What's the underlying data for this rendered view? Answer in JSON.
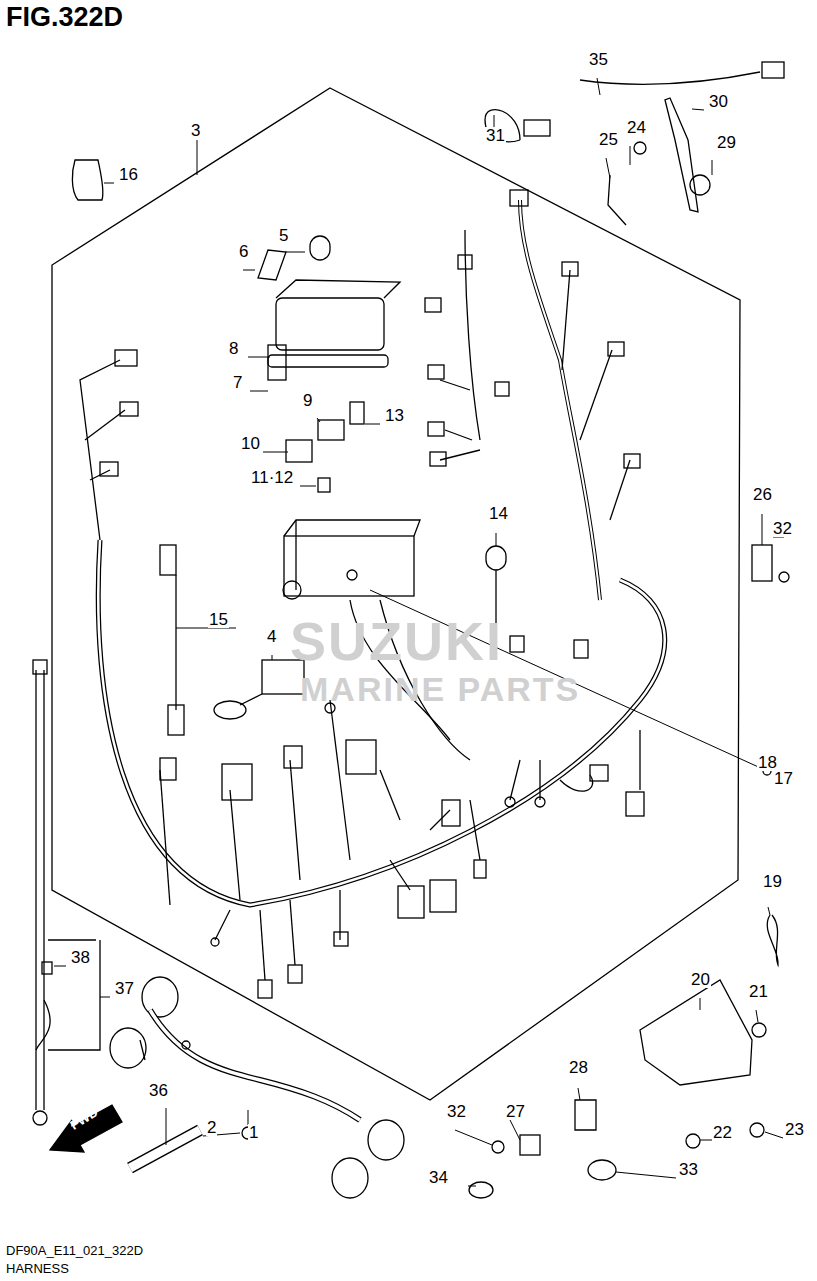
{
  "diagram": {
    "title": "FIG.322D",
    "caption": "HARNESS",
    "labels": [
      "3",
      "16",
      "35",
      "31",
      "30",
      "25",
      "24",
      "29",
      "6",
      "5",
      "8",
      "7",
      "9",
      "13",
      "10",
      "11·12",
      "14",
      "15",
      "4",
      "26",
      "32",
      "18",
      "17",
      "19",
      "20",
      "21",
      "28",
      "27",
      "32",
      "22",
      "23",
      "33",
      "34",
      "38",
      "37",
      "1",
      "36",
      "2",
      "FWD",
      "SUZUKI",
      "MARINE PARTS",
      "DF90A_E11_021_322D"
    ]
  }
}
